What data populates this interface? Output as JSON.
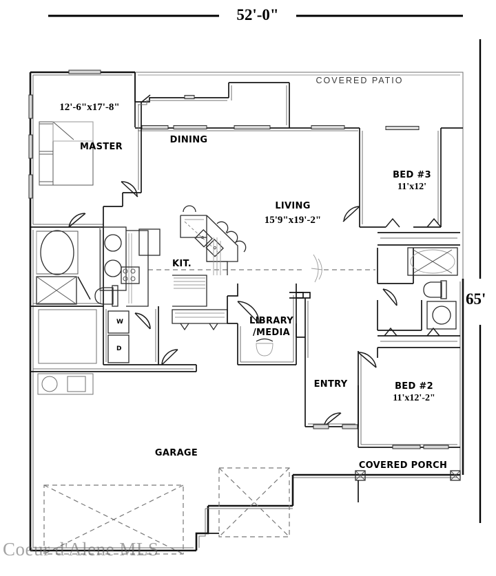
{
  "document": {
    "type": "residential-floor-plan",
    "watermark": "Coeur d'Alene MLS"
  },
  "dimensions": {
    "overall_width": "52'-0\"",
    "overall_depth": "65'"
  },
  "rooms": [
    {
      "id": "master",
      "name": "MASTER",
      "size": "12'-6\"x17'-8\""
    },
    {
      "id": "dining",
      "name": "DINING",
      "size": ""
    },
    {
      "id": "living",
      "name": "LIVING",
      "size": "15'9\"x19'-2\""
    },
    {
      "id": "kitchen",
      "name": "KIT.",
      "size": ""
    },
    {
      "id": "library_media",
      "name": "LIBRARY",
      "name2": "/MEDIA",
      "size": ""
    },
    {
      "id": "bed3",
      "name": "BED #3",
      "size": "11'x12'"
    },
    {
      "id": "bed2",
      "name": "BED #2",
      "size": "11'x12'-2\""
    },
    {
      "id": "entry",
      "name": "ENTRY",
      "size": ""
    },
    {
      "id": "garage",
      "name": "GARAGE",
      "size": ""
    },
    {
      "id": "covered_patio",
      "name": "COVERED  PATIO",
      "size": ""
    },
    {
      "id": "covered_porch",
      "name": "COVERED  PORCH",
      "size": ""
    }
  ],
  "appliances": [
    {
      "id": "washer",
      "label": "W"
    },
    {
      "id": "dryer",
      "label": "D"
    }
  ],
  "colors": {
    "ink": "#000000",
    "wall": "#1a1a1a",
    "thin_wall": "#888888",
    "fixture": "#444444",
    "hidden": "#777777",
    "watermark": "#5a5a5a",
    "paper": "#ffffff"
  },
  "icons": {
    "dining_table": "round-table-4-chairs-icon",
    "kitchen_sink": "double-sink-icon",
    "bath_tub": "bathtub-icon",
    "shower": "shower-stall-icon",
    "toilet": "toilet-icon",
    "vanity_basin": "vanity-basin-icon",
    "bed": "bed-icon",
    "armchair": "armchair-icon",
    "garage_door": "garage-door-opening-icon",
    "porch_post": "porch-post-icon",
    "archway": "archway-icon",
    "door_swing": "door-swing-icon"
  }
}
